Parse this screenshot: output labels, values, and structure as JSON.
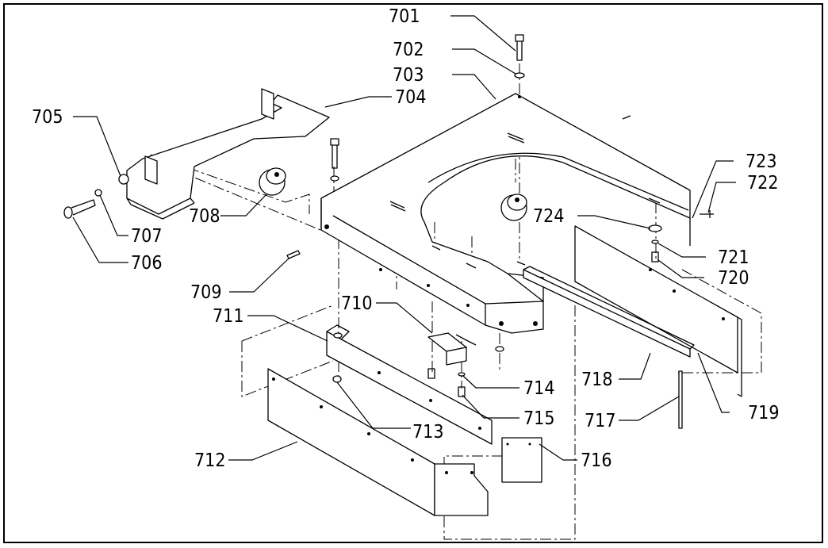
{
  "callouts": [
    {
      "id": "701",
      "label": "701"
    },
    {
      "id": "702",
      "label": "702"
    },
    {
      "id": "703",
      "label": "703"
    },
    {
      "id": "704",
      "label": "704"
    },
    {
      "id": "705",
      "label": "705"
    },
    {
      "id": "706",
      "label": "706"
    },
    {
      "id": "707",
      "label": "707"
    },
    {
      "id": "708",
      "label": "708"
    },
    {
      "id": "709",
      "label": "709"
    },
    {
      "id": "710",
      "label": "710"
    },
    {
      "id": "711",
      "label": "711"
    },
    {
      "id": "712",
      "label": "712"
    },
    {
      "id": "713",
      "label": "713"
    },
    {
      "id": "714",
      "label": "714"
    },
    {
      "id": "715",
      "label": "715"
    },
    {
      "id": "716",
      "label": "716"
    },
    {
      "id": "717",
      "label": "717"
    },
    {
      "id": "718",
      "label": "718"
    },
    {
      "id": "719",
      "label": "719"
    },
    {
      "id": "720",
      "label": "720"
    },
    {
      "id": "721",
      "label": "721"
    },
    {
      "id": "722",
      "label": "722"
    },
    {
      "id": "723",
      "label": "723"
    },
    {
      "id": "724",
      "label": "724"
    }
  ]
}
